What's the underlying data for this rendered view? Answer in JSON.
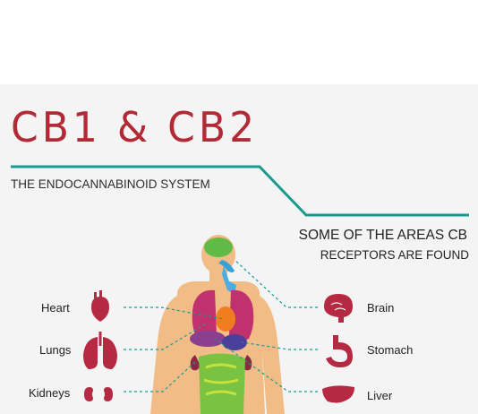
{
  "header": {
    "title": "CB1 & CB2",
    "subtitle": "THE ENDOCANNABINOID SYSTEM"
  },
  "areas": {
    "line1": "SOME OF THE AREAS CB",
    "line2": "RECEPTORS ARE FOUND"
  },
  "organs_left": [
    {
      "label": "Heart",
      "icon": "heart-icon",
      "color": "#b52943"
    },
    {
      "label": "Lungs",
      "icon": "lungs-icon",
      "color": "#b52943"
    },
    {
      "label": "Kidneys",
      "icon": "kidneys-icon",
      "color": "#b52943"
    }
  ],
  "organs_right": [
    {
      "label": "Brain",
      "icon": "brain-icon",
      "color": "#b52943"
    },
    {
      "label": "Stomach",
      "icon": "stomach-icon",
      "color": "#b52943"
    },
    {
      "label": "Liver",
      "icon": "liver-icon",
      "color": "#b52943"
    }
  ],
  "colors": {
    "title": "#b22a35",
    "accent_line": "#1a9a8e",
    "body": "#f2bc87",
    "organ": "#b52943"
  }
}
